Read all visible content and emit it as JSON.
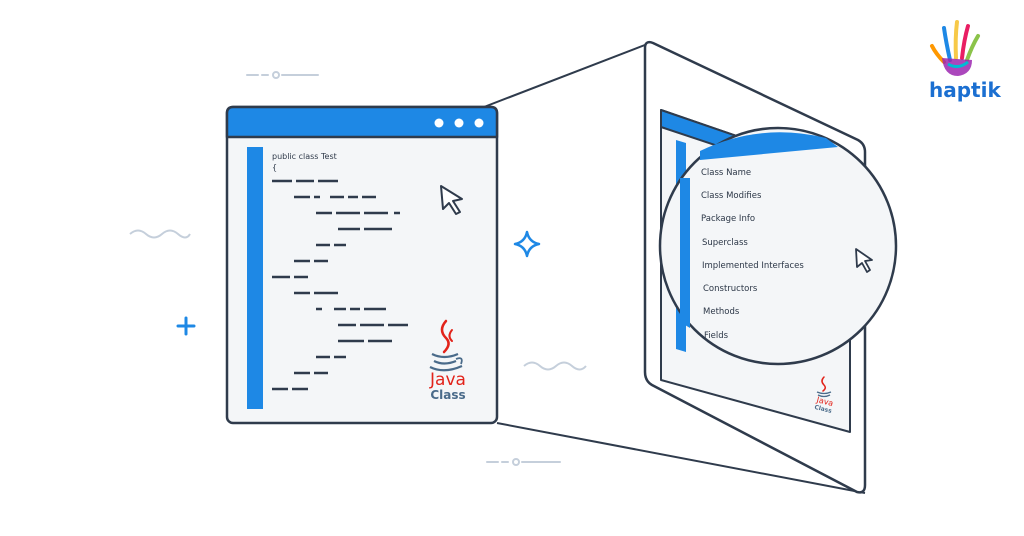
{
  "code": {
    "line1": "public class Test",
    "line2": "{"
  },
  "java_logo": {
    "word": "Java",
    "sub": "Class"
  },
  "small_java_logo": {
    "word": "Java",
    "sub": "Class"
  },
  "attributes": [
    "Class Name",
    "Class Modifies",
    "Package Info",
    "Superclass",
    "Implemented Interfaces",
    "Constructors",
    "Methods",
    "Fields"
  ],
  "brand": {
    "name": "haptik",
    "icon": "hand-icon"
  },
  "colors": {
    "accent": "#1e88e5",
    "outline": "#2f3b4c",
    "panel": "#f4f6f8",
    "java_red": "#e2231a",
    "java_blue": "#4a6b8a"
  }
}
